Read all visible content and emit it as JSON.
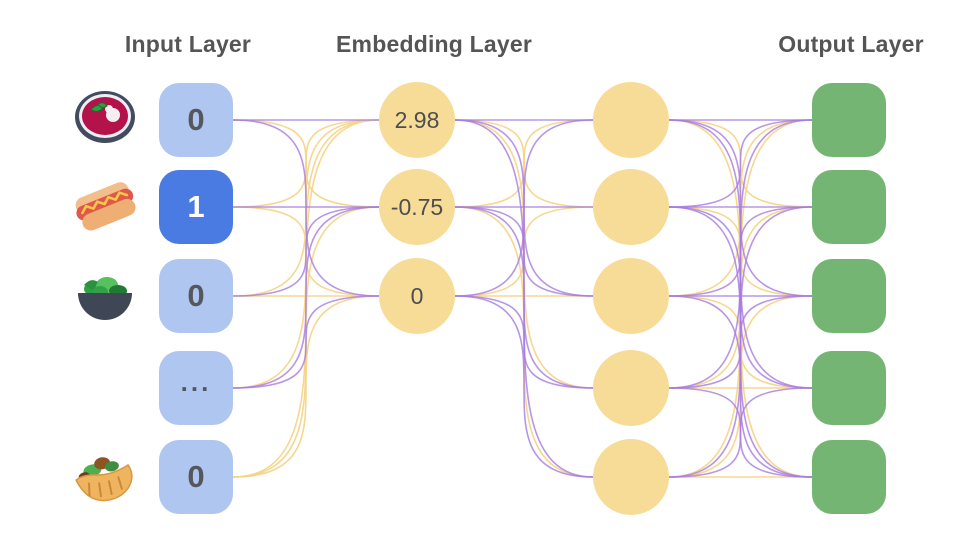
{
  "titles": {
    "input": "Input Layer",
    "embedding": "Embedding Layer",
    "output": "Output Layer"
  },
  "nodes": {
    "input": [
      {
        "value": "0",
        "icon": "borscht-icon",
        "active": false
      },
      {
        "value": "1",
        "icon": "hot-dog-icon",
        "active": true
      },
      {
        "value": "0",
        "icon": "salad-icon",
        "active": false
      },
      {
        "value": "...",
        "icon": null,
        "active": false
      },
      {
        "value": "0",
        "icon": "pita-icon",
        "active": false
      }
    ],
    "embedding": [
      {
        "value": "2.98"
      },
      {
        "value": "-0.75"
      },
      {
        "value": "0"
      }
    ],
    "hidden_count": 5,
    "output_count": 5
  },
  "colors": {
    "node_blue": "#aec6f0",
    "node_blue_active": "#4a7be3",
    "node_yellow": "#f6dc97",
    "node_green": "#74b573",
    "edge_purple": "#a77be0",
    "edge_yellow": "#f5d384",
    "text_dark": "#55575c",
    "title_gray": "#555555"
  },
  "connections": {
    "input_to_embedding": [
      [
        "p",
        "y",
        "p"
      ],
      [
        "y",
        "p",
        "y"
      ],
      [
        "y",
        "p",
        "y"
      ],
      [
        "y",
        "p",
        "p"
      ],
      [
        "y",
        "y",
        "y"
      ]
    ],
    "embedding_to_hidden": [
      [
        "p",
        "y",
        "p",
        "y",
        "p"
      ],
      [
        "y",
        "p",
        "p",
        "p",
        "y"
      ],
      [
        "p",
        "y",
        "y",
        "p",
        "p"
      ]
    ],
    "hidden_to_output": [
      [
        "p",
        "y",
        "p",
        "p",
        "y"
      ],
      [
        "p",
        "p",
        "y",
        "p",
        "p"
      ],
      [
        "y",
        "p",
        "p",
        "y",
        "p"
      ],
      [
        "p",
        "y",
        "p",
        "y",
        "p"
      ],
      [
        "y",
        "p",
        "y",
        "p",
        "y"
      ]
    ]
  }
}
